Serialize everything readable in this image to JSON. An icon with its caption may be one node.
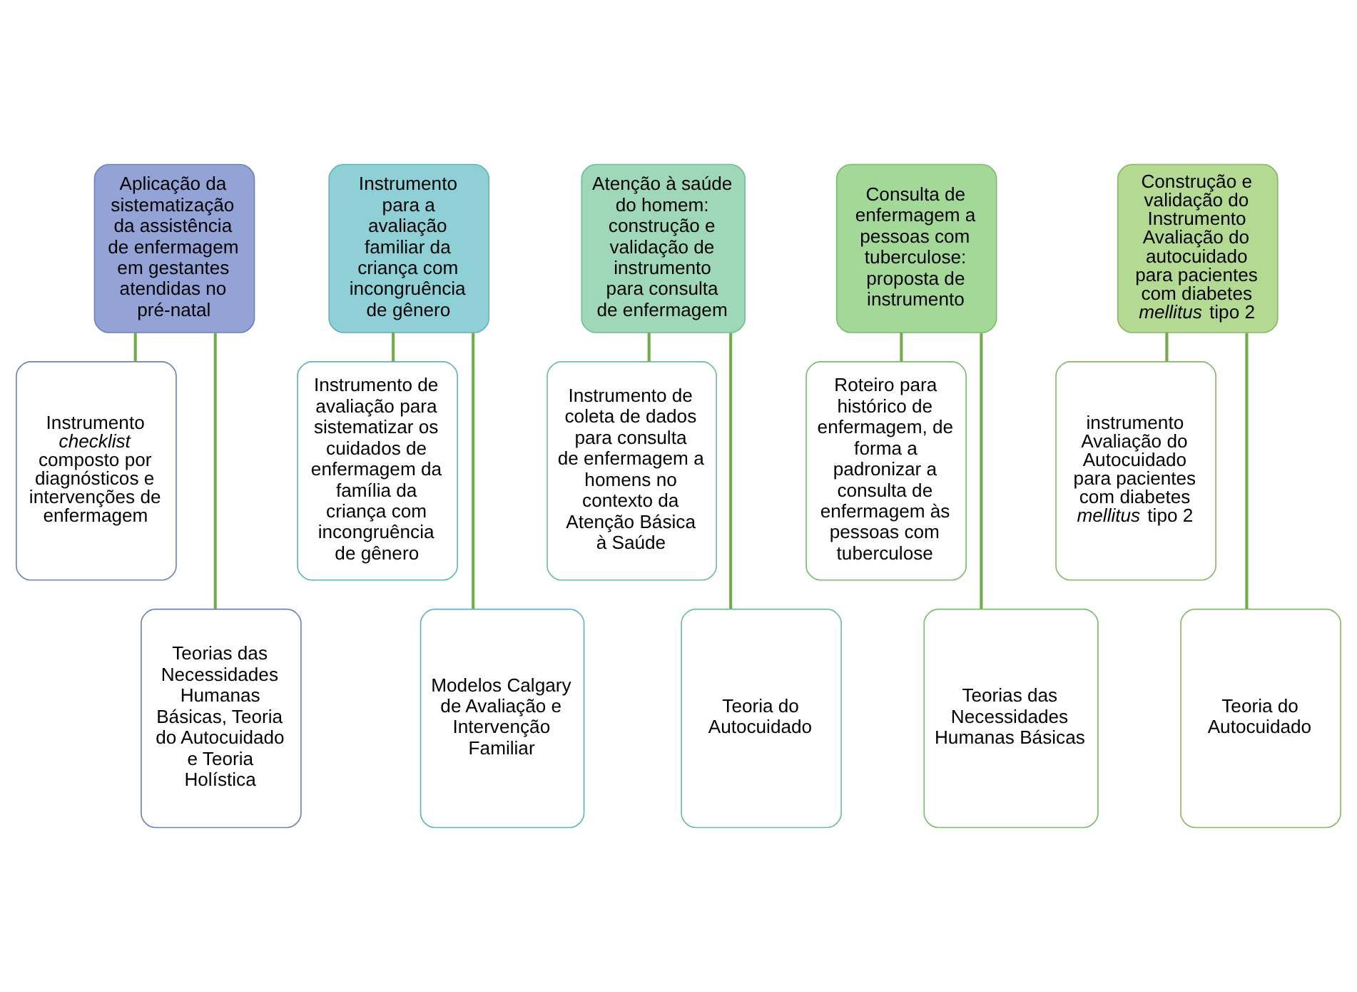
{
  "diagram": {
    "nodes": [
      {
        "text": [
          "Aplicação da sistematização da assistência de enfermagem em gestantes atendidas no pré-natal"
        ]
      },
      {
        "text": [
          "Instrumento *checklist* composto por diagnósticos e intervenções de enfermagem"
        ]
      },
      {
        "text": [
          "Teorias das Necessidades Humanas Básicas, Teoria do Autocuidado e Teoria Holística"
        ]
      },
      {
        "text": [
          "Instrumento para a avaliação familiar da criança com incongruência de gênero"
        ]
      },
      {
        "text": [
          "Instrumento de avaliação para sistematizar os cuidados de enfermagem da família da criança com incongruência de gênero"
        ]
      },
      {
        "text": [
          "Modelos Calgary de Avaliação e Intervenção Familiar"
        ]
      },
      {
        "text": [
          "Atenção à saúde do homem: construção e validação de instrumento para consulta de enfermagem"
        ]
      },
      {
        "text": [
          "Instrumento de coleta de dados para consulta de enfermagem a homens no contexto da Atenção Básica à Saúde"
        ]
      },
      {
        "text": [
          "Teoria do Autocuidado"
        ]
      },
      {
        "text": [
          "Consulta de enfermagem a pessoas com tuberculose: proposta de instrumento"
        ]
      },
      {
        "text": [
          "Roteiro para histórico de enfermagem, de forma a padronizar a consulta de enfermagem às pessoas com tuberculose"
        ]
      },
      {
        "text": [
          "Teorias das Necessidades Humanas Básicas"
        ]
      },
      {
        "text": [
          "Construção e validação do Instrumento Avaliação do autocuidado para pacientes com diabetes *mellitus* tipo 2"
        ]
      },
      {
        "text": [
          "instrumento Avaliação do Autocuidado para pacientes com diabetes *mellitus* tipo 2"
        ]
      },
      {
        "text": [
          "Teoria do Autocuidado"
        ]
      }
    ],
    "edges": [
      {
        "from": 0,
        "to": 1,
        "arrow": "none"
      },
      {
        "from": 0,
        "to": 2,
        "arrow": "none"
      },
      {
        "from": 3,
        "to": 4,
        "arrow": "none"
      },
      {
        "from": 3,
        "to": 5,
        "arrow": "none"
      },
      {
        "from": 6,
        "to": 7,
        "arrow": "none"
      },
      {
        "from": 6,
        "to": 8,
        "arrow": "none"
      },
      {
        "from": 9,
        "to": 10,
        "arrow": "none"
      },
      {
        "from": 9,
        "to": 11,
        "arrow": "none"
      },
      {
        "from": 12,
        "to": 13,
        "arrow": "none"
      },
      {
        "from": 12,
        "to": 14,
        "arrow": "none"
      }
    ]
  }
}
